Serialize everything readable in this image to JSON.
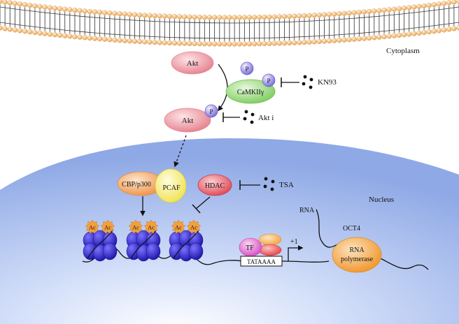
{
  "regions": {
    "cytoplasm": "Cytoplasm",
    "nucleus": "Nucleus"
  },
  "molecules": {
    "akt_top": "Akt",
    "akt_bottom": "Akt",
    "camkii": "CaMKIIγ",
    "cbp": "CBP/p300",
    "pcaf": "PCAF",
    "hdac": "HDAC",
    "tf": "TF",
    "rna_polymerase_line1": "RNA",
    "rna_polymerase_line2": "polymerase",
    "phospho": "P",
    "acetyl": "Ac"
  },
  "inhibitors": {
    "kn93": "KN93",
    "akt_i": "Akt i",
    "tsa": "TSA"
  },
  "dna": {
    "promoter": "TATAAAA",
    "start_site": "+1",
    "gene": "OCT4",
    "transcript": "RNA"
  },
  "colors": {
    "membrane_head": "#f0b86a",
    "akt": "#e98a95",
    "camkii": "#8cd46f",
    "phospho": "#8f86e0",
    "cbp": "#f2a15e",
    "pcaf": "#f4ec6e",
    "hdac": "#e55a64",
    "nucleosome": "#2c22c8",
    "acetyl": "#f2a03e",
    "tf": "#dd52c8",
    "rna_polymerase": "#f4a237",
    "nucleus": "#a7bff0"
  }
}
